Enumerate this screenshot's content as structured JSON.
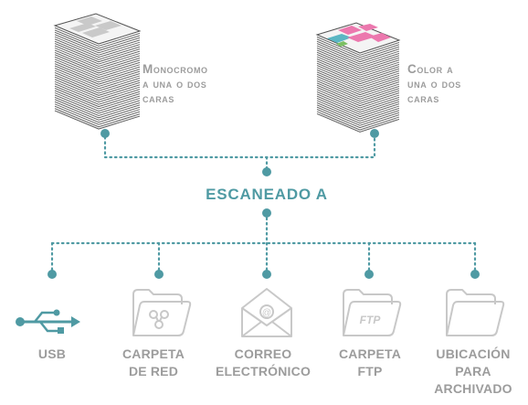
{
  "sources": [
    {
      "id": "mono",
      "lines": [
        "Monocromo",
        "a una o dos",
        "caras"
      ]
    },
    {
      "id": "color",
      "lines": [
        "Color a",
        "una o dos",
        "caras"
      ]
    }
  ],
  "hub": {
    "label": "ESCANEADO A"
  },
  "destinations": [
    {
      "icon": "usb-icon",
      "lines": [
        "USB"
      ]
    },
    {
      "icon": "network-folder-icon",
      "lines": [
        "CARPETA",
        "DE RED"
      ]
    },
    {
      "icon": "email-icon",
      "lines": [
        "CORREO",
        "ELECTRÓNICO"
      ]
    },
    {
      "icon": "ftp-folder-icon",
      "icon_text": "FTP",
      "lines": [
        "CARPETA",
        "FTP"
      ]
    },
    {
      "icon": "archive-folder-icon",
      "lines": [
        "UBICACIÓN",
        "PARA",
        "ARCHIVADO"
      ]
    }
  ],
  "colors": {
    "accent": "#4f9aa3",
    "text": "#9c9c9c",
    "icon": "#c8c8c8",
    "paper": "#f4f4f4",
    "pink": "#ec78ae",
    "teal": "#5ab6c3"
  }
}
